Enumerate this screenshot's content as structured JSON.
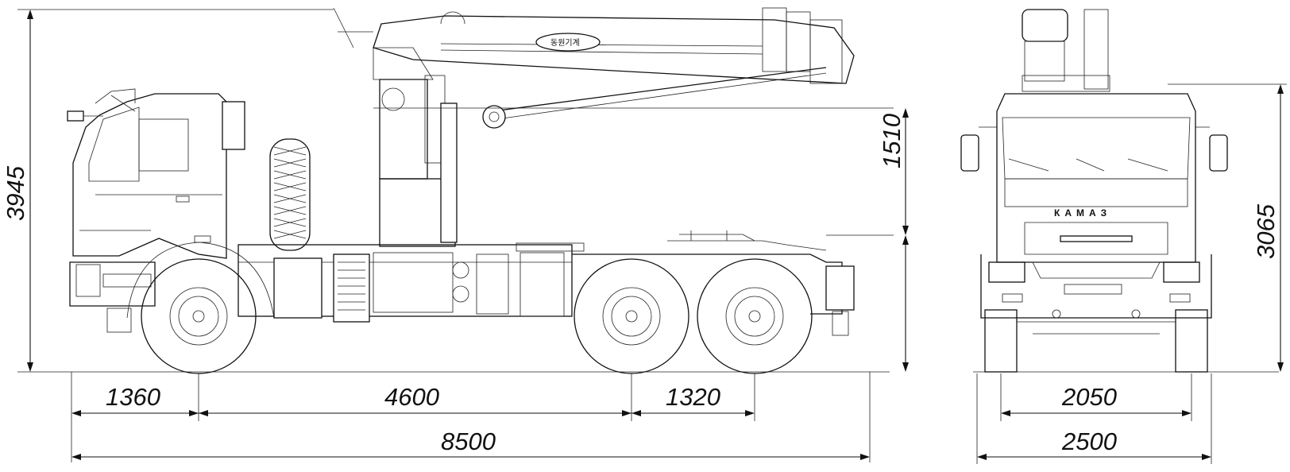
{
  "dimensions": {
    "overall_height": "3945",
    "crane_height": "1510",
    "rear_height": "3065",
    "front_overhang": "1360",
    "wheelbase": "4600",
    "rear_axle_spacing": "1320",
    "overall_length": "8500",
    "track_width": "2050",
    "overall_width": "2500"
  },
  "labels": {
    "truck_brand": "КАМАЗ",
    "crane_logo": "동원기계"
  }
}
